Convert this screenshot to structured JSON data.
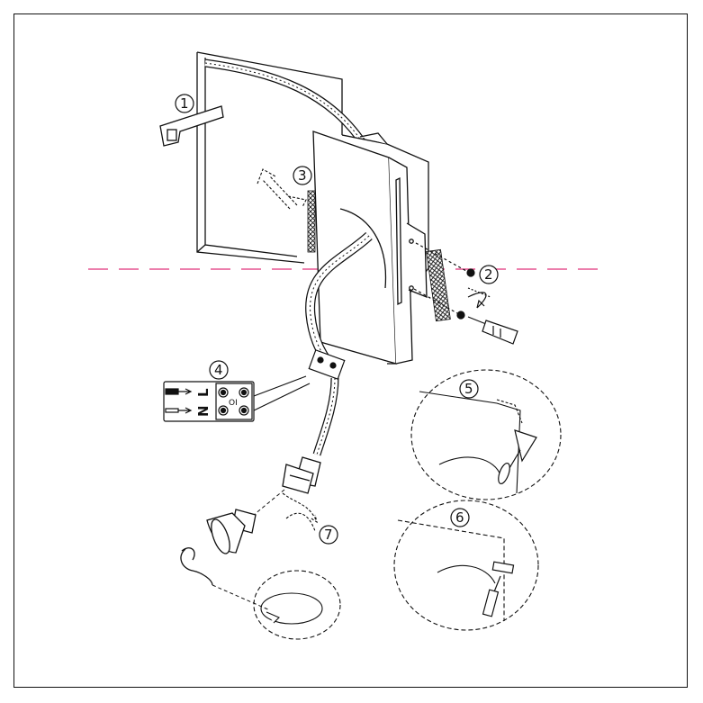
{
  "steps": [
    {
      "number": "1",
      "icon": "saw-icon"
    },
    {
      "number": "2",
      "icon": "screw-icon"
    },
    {
      "number": "3",
      "icon": "insert-arrow-icon"
    },
    {
      "number": "4",
      "icon": "terminal-block-icon"
    },
    {
      "number": "5",
      "icon": "plaster-trowel-icon"
    },
    {
      "number": "6",
      "icon": "paint-roller-icon"
    },
    {
      "number": "7",
      "icon": "rotate-arrow-icon"
    }
  ],
  "terminal": {
    "live": "L",
    "neutral": "N",
    "marker": "OI"
  },
  "colors": {
    "line": "#111111",
    "guide": "#e0327a",
    "background": "#ffffff"
  }
}
